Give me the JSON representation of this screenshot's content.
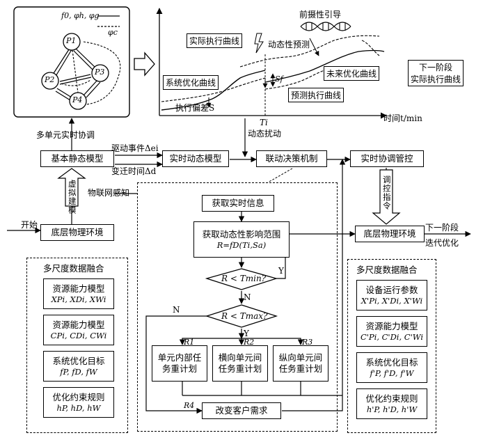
{
  "network": {
    "nodes": [
      "P1",
      "P2",
      "P3",
      "P4"
    ],
    "legend": [
      "f0, φh, φg",
      "φc"
    ]
  },
  "timeline": {
    "prophylactic_guide": "前摄性引导",
    "actual_curve": "实际执行曲线",
    "dynamic_prediction": "动态性预测",
    "system_opt_curve": "系统优化曲线",
    "future_opt_curve": "未来优化曲线",
    "next_stage_curve": "下一阶段\n实际执行曲线",
    "predicted_curve": "预测执行曲线",
    "exec_deviation": "执行偏差S",
    "s_symbol": "Sf",
    "ti": "Ti",
    "time_axis": "时间t/min"
  },
  "labels": {
    "multi_unit_coord": "多单元实时协调",
    "drive_event": "驱动事件Δei",
    "transition_time": "变迁时间Δd",
    "dynamic_disturb": "动态扰动",
    "iot_sensing": "物联网感知",
    "virtual_modeling": "虚拟建模",
    "start": "开始",
    "control_cmd": "调控指令",
    "next_stage_opt1": "下一阶段",
    "next_stage_opt2": "迭代优化",
    "yes": "Y",
    "no": "N",
    "yes2": "Y",
    "n_after": "N"
  },
  "boxes": {
    "basic_static": "基本静态模型",
    "realtime_dynamic": "实时动态模型",
    "linkage": "联动决策机制",
    "realtime_control": "实时协调管控",
    "bottom_env_left": "底层物理环境",
    "bottom_env_right": "底层物理环境",
    "get_info": "获取实时信息",
    "get_range_l1": "获取动态性影响范围",
    "get_range_l2": "R=fD(Ti,Sa)",
    "decision1": "R < Tmin?",
    "decision2": "R < Tmax?",
    "r1": "R1",
    "r2": "R2",
    "r3": "R3",
    "r4": "R4",
    "replan1": "单元内部任务重计划",
    "replan2": "横向单元间任务重计划",
    "replan3": "纵向单元间任务重计划",
    "change_demand": "改变客户需求"
  },
  "left_panel": {
    "title": "多尺度数据融合",
    "items": [
      {
        "name": "资源能力模型",
        "vars": "XPi, XDi, XWi"
      },
      {
        "name": "资源能力模型",
        "vars": "CPi, CDi, CWi"
      },
      {
        "name": "系统优化目标",
        "vars": "fP, fD, fW"
      },
      {
        "name": "优化约束规则",
        "vars": "hP, hD, hW"
      }
    ]
  },
  "right_panel": {
    "title": "多尺度数据融合",
    "items": [
      {
        "name": "设备运行参数",
        "vars": "X'Pi, X'Di, X'Wi"
      },
      {
        "name": "资源能力模型",
        "vars": "C'Pi, C'Di, C'Wi"
      },
      {
        "name": "系统优化目标",
        "vars": "f'P, f'D, f'W"
      },
      {
        "name": "优化约束规则",
        "vars": "h'P, h'D, h'W"
      }
    ]
  }
}
